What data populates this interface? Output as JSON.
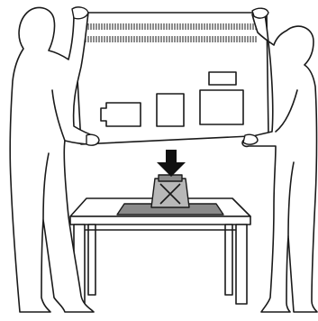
{
  "diagram": {
    "kind": "tv-mounting-instruction",
    "colors": {
      "background": "#ffffff",
      "outline": "#1a1a1a",
      "stand_fill": "#8a8a8a",
      "stand_neck_fill": "#b8b8b8",
      "arrow_fill": "#111111"
    },
    "icons": {
      "left_person": "person-silhouette",
      "right_person": "person-silhouette",
      "arrow": "down-arrow",
      "panel": "tv-back-panel",
      "stand": "tv-stand",
      "table": "table"
    }
  }
}
